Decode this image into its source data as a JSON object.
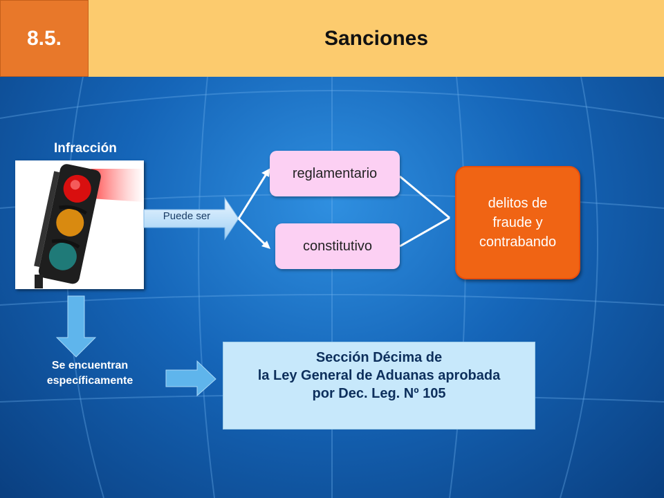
{
  "header": {
    "number": "8.5.",
    "title": "Sanciones"
  },
  "diagram": {
    "infraction_label": "Infracción",
    "arrow_label": "Puede ser",
    "option_1": "reglamentario",
    "option_2": "constitutivo",
    "result_lines": [
      "delitos de",
      "fraude y",
      "contrabando"
    ],
    "lower_label_lines": [
      "Se encuentran",
      "específicamente"
    ],
    "section_lines": [
      "Sección Décima de",
      "la Ley General de Aduanas aprobada",
      "por Dec. Leg. Nº 105"
    ]
  },
  "icons": {
    "photo": "traffic-light-icon"
  },
  "colors": {
    "header_number_bg": "#e8782a",
    "header_title_bg": "#fccb6e",
    "result_bg": "#f06414",
    "option_bg": "#fcd0f3",
    "section_bg": "#c7e8fb"
  }
}
